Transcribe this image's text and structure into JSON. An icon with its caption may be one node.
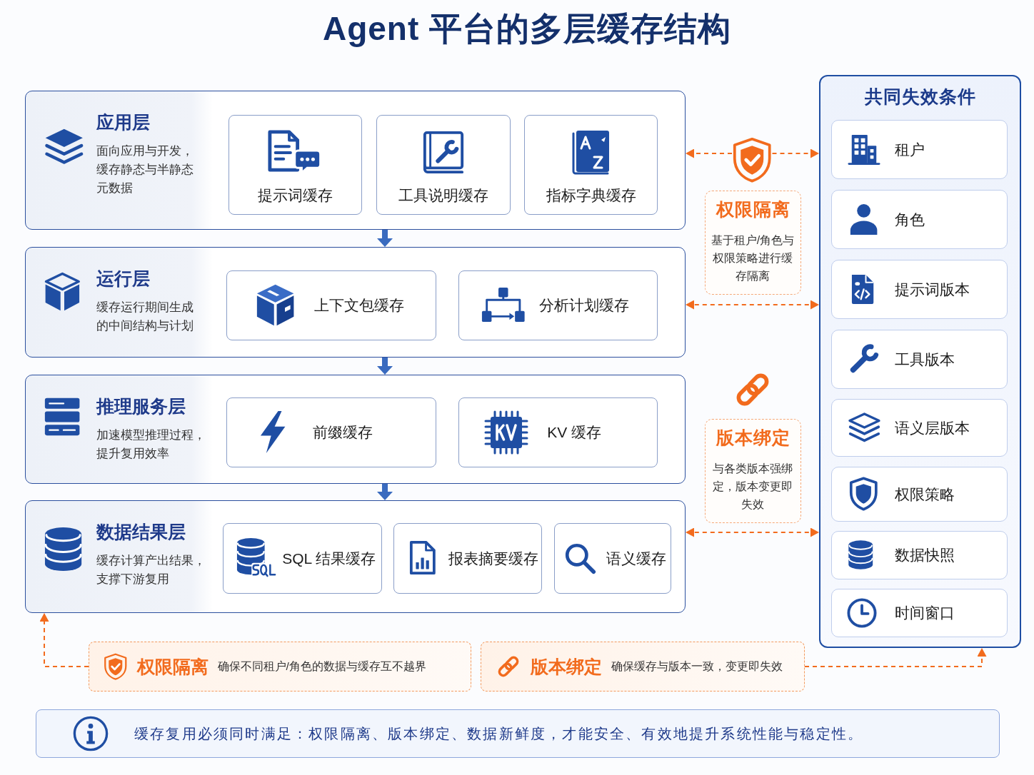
{
  "diagram": {
    "title": "Agent 平台的多层缓存结构",
    "nodes": [
      {
        "text": [
          "应用层",
          "面向应用与开发，缓存静态与半静态元数据"
        ]
      },
      {
        "text": [
          "提示词缓存"
        ],
        "in": 0
      },
      {
        "text": [
          "工具说明缓存"
        ],
        "in": 0
      },
      {
        "text": [
          "指标字典缓存"
        ],
        "in": 0
      },
      {
        "text": [
          "运行层",
          "缓存运行期间生成的中间结构与计划"
        ]
      },
      {
        "text": [
          "上下文包缓存"
        ],
        "in": 4
      },
      {
        "text": [
          "分析计划缓存"
        ],
        "in": 4
      },
      {
        "text": [
          "推理服务层",
          "加速模型推理过程，提升复用效率"
        ]
      },
      {
        "text": [
          "前缀缓存"
        ],
        "in": 7
      },
      {
        "text": [
          "KV 缓存"
        ],
        "in": 7
      },
      {
        "text": [
          "数据结果层",
          "缓存计算产出结果，支撑下游复用"
        ]
      },
      {
        "text": [
          "SQL 结果缓存"
        ],
        "in": 10
      },
      {
        "text": [
          "报表摘要缓存"
        ],
        "in": 10
      },
      {
        "text": [
          "语义缓存"
        ],
        "in": 10
      },
      {
        "text": [],
        "shape": "picture"
      },
      {
        "text": [
          "权限隔离",
          "基于租户/角色与权限策略进行缓存隔离"
        ]
      },
      {
        "text": [
          "版本绑定",
          "与各类版本强绑定，版本变更即失效"
        ]
      },
      {
        "text": [
          "共同失效条件"
        ]
      },
      {
        "text": [
          "租户"
        ],
        "in": 17
      },
      {
        "text": [
          "角色"
        ],
        "in": 17
      },
      {
        "text": [
          "提示词版本"
        ],
        "in": 17
      },
      {
        "text": [
          "工具版本"
        ],
        "in": 17
      },
      {
        "text": [
          "语义层版本"
        ],
        "in": 17
      },
      {
        "text": [
          "权限策略"
        ],
        "in": 17
      },
      {
        "text": [
          "数据快照"
        ],
        "in": 17
      },
      {
        "text": [
          "时间窗口"
        ],
        "in": 17
      },
      {
        "text": [
          "权限隔离",
          "确保不同租户/角色的数据与缓存互不越界"
        ]
      },
      {
        "text": [
          "版本绑定",
          "确保缓存与版本一致，变更即失效"
        ]
      },
      {
        "text": [
          "缓存复用必须同时满足：权限隔离、版本绑定、数据新鲜度，才能安全、有效地提升系统性能与稳定性。"
        ]
      }
    ],
    "edges": [
      {
        "from": 0,
        "to": 4,
        "arrow": "to",
        "style": "thick",
        "color": "#3a6bbf"
      },
      {
        "from": 4,
        "to": 7,
        "arrow": "to",
        "style": "thick",
        "color": "#3a6bbf"
      },
      {
        "from": 7,
        "to": 10,
        "arrow": "to",
        "style": "thick",
        "color": "#3a6bbf"
      },
      {
        "from": 14,
        "to": 0,
        "arrow": "to",
        "style": "dashed"
      },
      {
        "from": 14,
        "to": 17,
        "arrow": "to",
        "style": "dashed"
      },
      {
        "from": 4,
        "to": 17,
        "arrow": "both",
        "style": "dashed"
      },
      {
        "from": 10,
        "to": 17,
        "arrow": "both",
        "style": "dashed"
      },
      {
        "from": 26,
        "to": 10,
        "arrow": "to",
        "style": "dashed"
      },
      {
        "from": 27,
        "to": 17,
        "arrow": "to",
        "style": "dashed"
      }
    ]
  }
}
